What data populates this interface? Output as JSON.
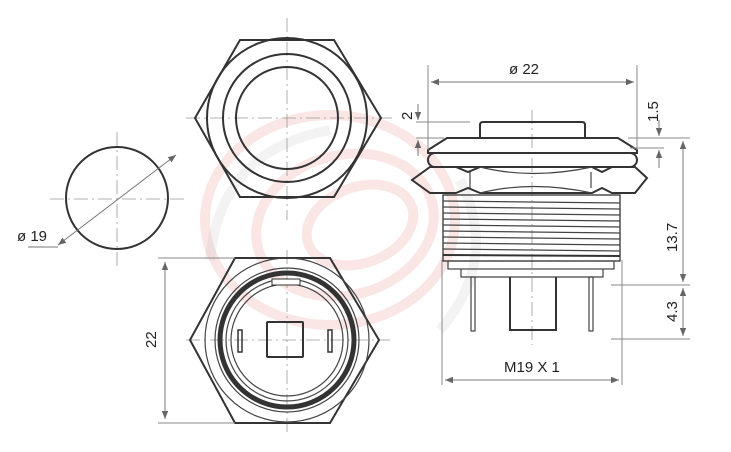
{
  "drawing": {
    "type": "technical-drawing",
    "subject": "metal push button switch dimensions",
    "views": {
      "panel_cutout": {
        "label": "ø 19",
        "diameter": "19"
      },
      "front_view": {
        "shape": "hexagon nut with concentric rings"
      },
      "rear_view": {
        "label": "22",
        "across_flats": "22"
      },
      "side_view": {
        "top_diameter_label": "ø 22",
        "button_height_label": "2",
        "bezel_height_label": "1.5",
        "body_length_label": "13.7",
        "terminal_length_label": "4.3",
        "thread_label": "M19 X 1"
      }
    },
    "colors": {
      "line": "#333333",
      "dimension": "#777777",
      "watermark": "#d9302c"
    }
  }
}
